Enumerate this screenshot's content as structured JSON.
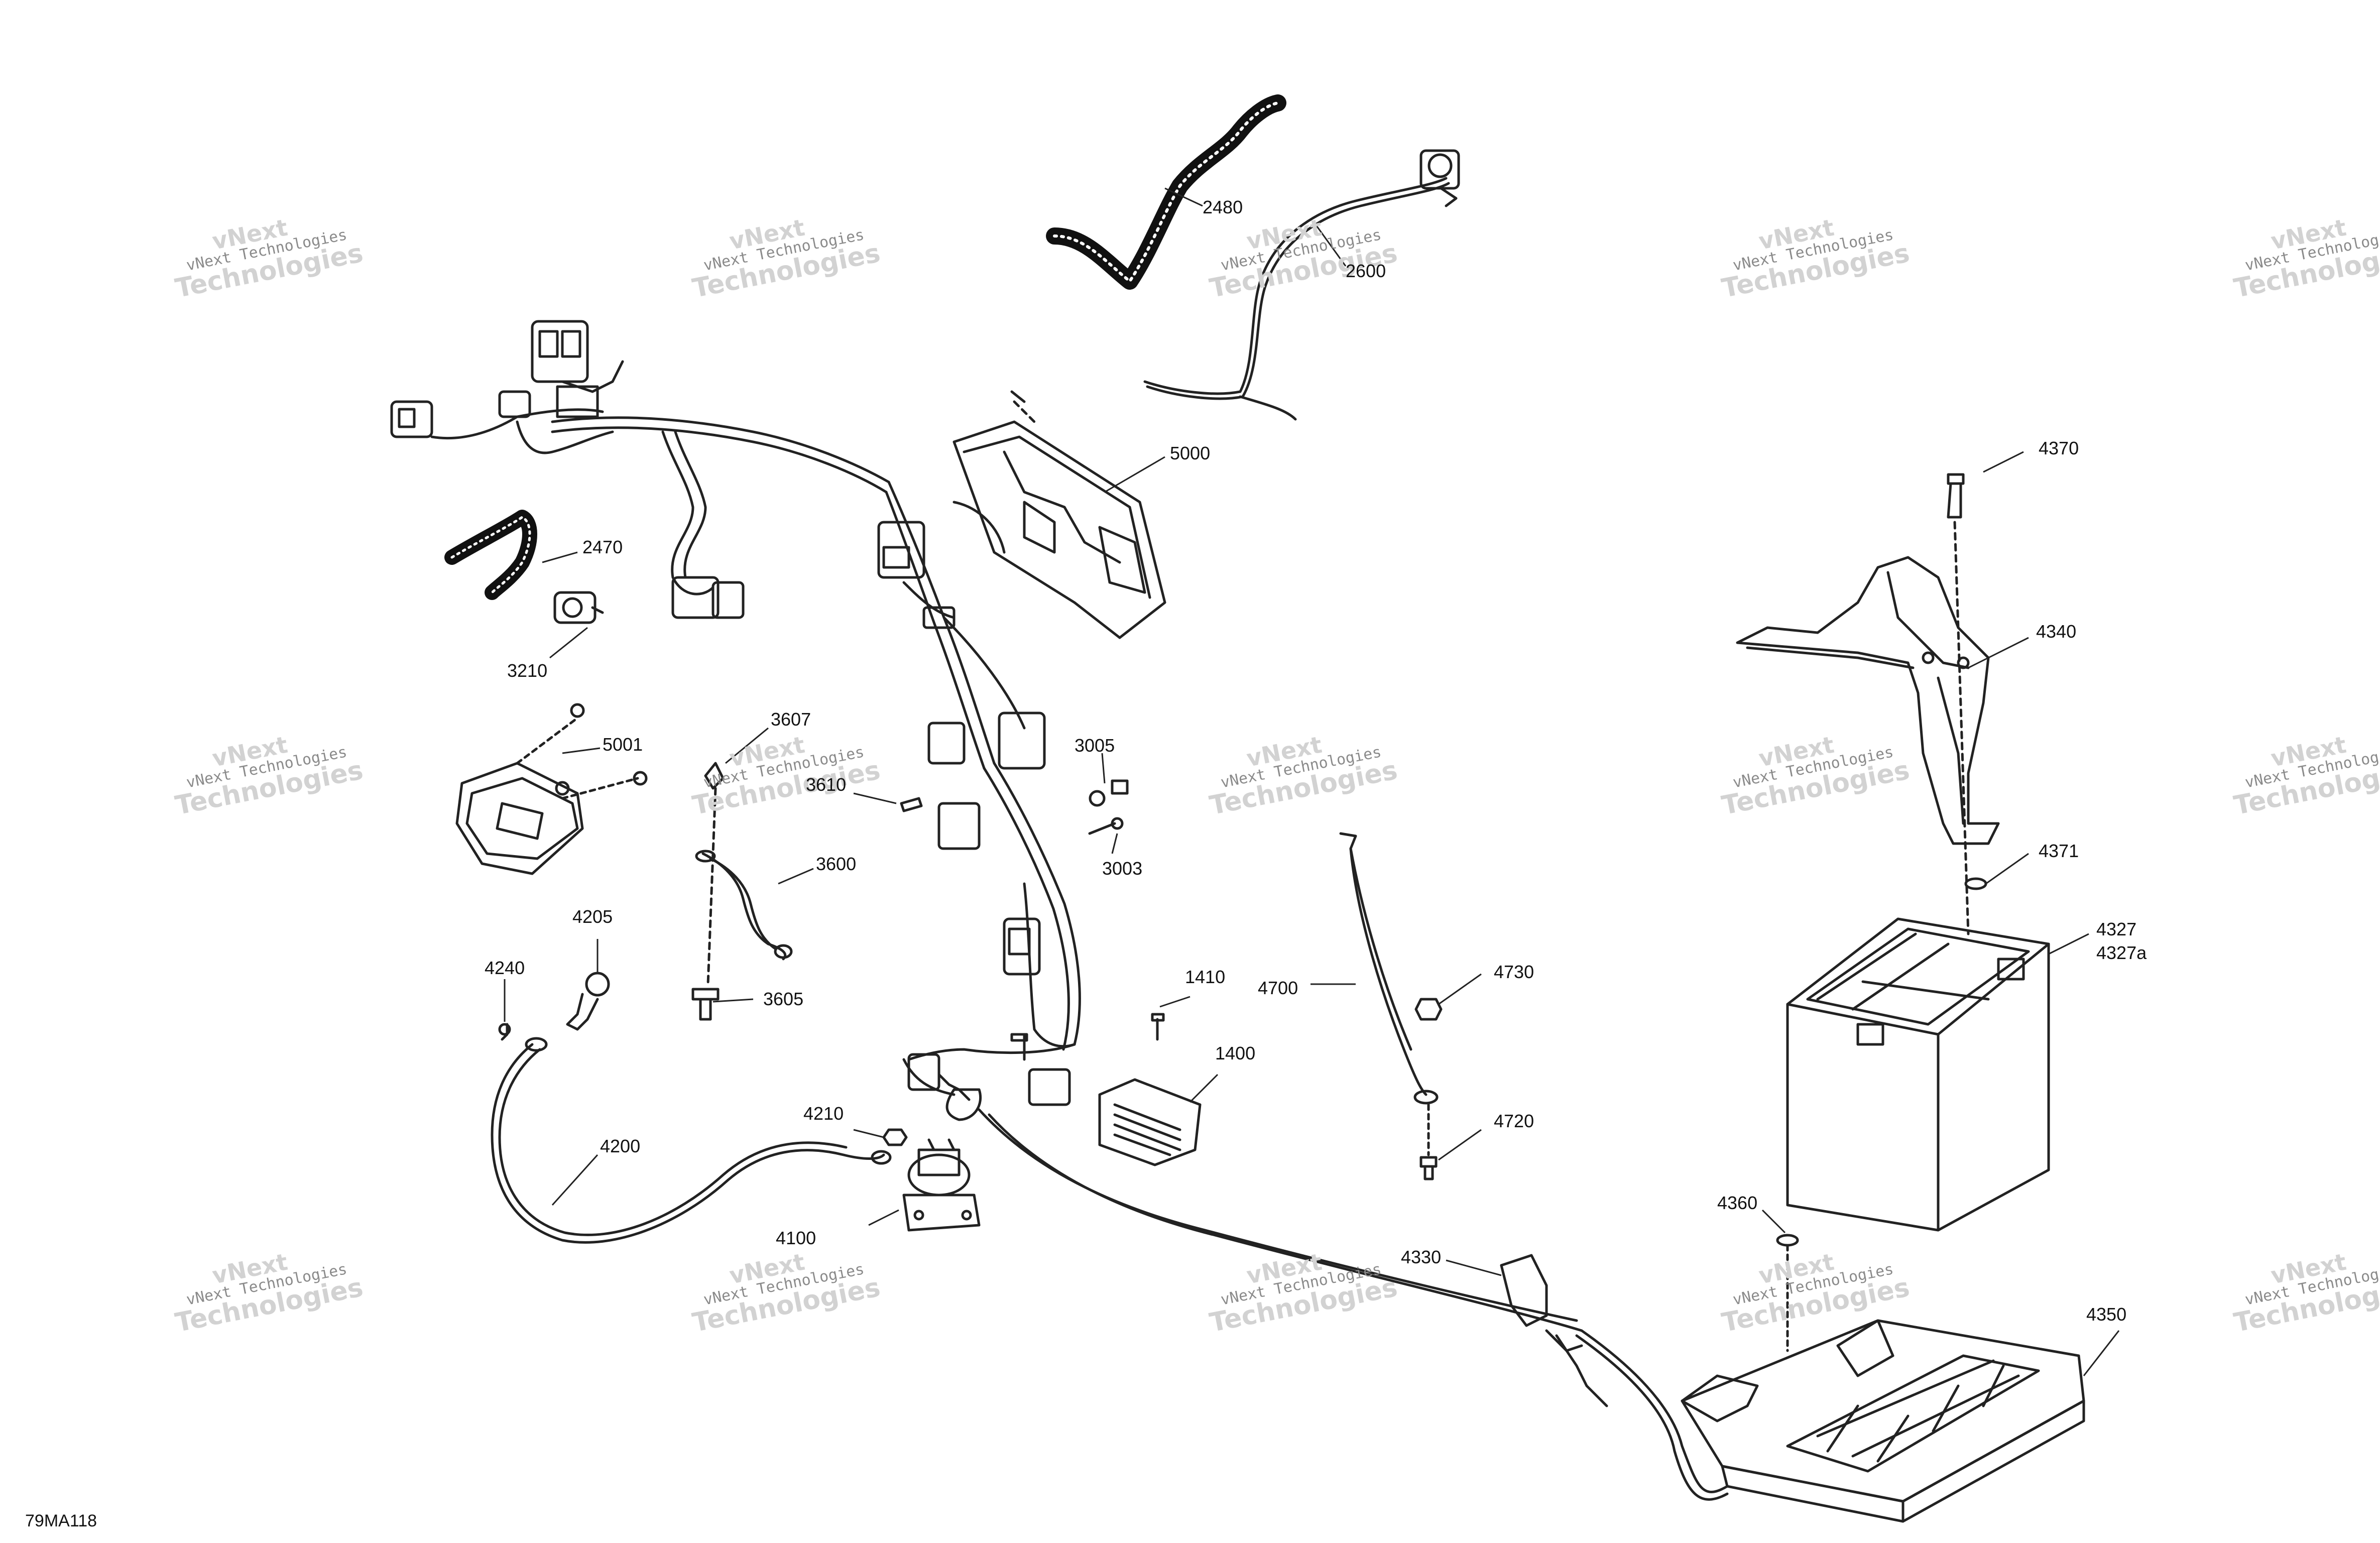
{
  "diagram": {
    "reference_code": "79MA118",
    "watermark": {
      "line0": "vNext",
      "line1": "vNext Technologies",
      "line2": "Technologies"
    },
    "labels": [
      {
        "id": "2480",
        "text": "2480"
      },
      {
        "id": "2600",
        "text": "2600"
      },
      {
        "id": "5000",
        "text": "5000"
      },
      {
        "id": "2470",
        "text": "2470"
      },
      {
        "id": "3210",
        "text": "3210"
      },
      {
        "id": "5001",
        "text": "5001"
      },
      {
        "id": "3607",
        "text": "3607"
      },
      {
        "id": "3610",
        "text": "3610"
      },
      {
        "id": "3005",
        "text": "3005"
      },
      {
        "id": "3003",
        "text": "3003"
      },
      {
        "id": "3600",
        "text": "3600"
      },
      {
        "id": "4205",
        "text": "4205"
      },
      {
        "id": "4240",
        "text": "4240"
      },
      {
        "id": "3605",
        "text": "3605"
      },
      {
        "id": "1410",
        "text": "1410"
      },
      {
        "id": "1400",
        "text": "1400"
      },
      {
        "id": "4700",
        "text": "4700"
      },
      {
        "id": "4730",
        "text": "4730"
      },
      {
        "id": "4720",
        "text": "4720"
      },
      {
        "id": "4210",
        "text": "4210"
      },
      {
        "id": "4200",
        "text": "4200"
      },
      {
        "id": "4100",
        "text": "4100"
      },
      {
        "id": "4330",
        "text": "4330"
      },
      {
        "id": "4370",
        "text": "4370"
      },
      {
        "id": "4340",
        "text": "4340"
      },
      {
        "id": "4371",
        "text": "4371"
      },
      {
        "id": "4327",
        "text": "4327"
      },
      {
        "id": "4327a",
        "text": "4327a"
      },
      {
        "id": "4360",
        "text": "4360"
      },
      {
        "id": "4350",
        "text": "4350"
      }
    ]
  }
}
